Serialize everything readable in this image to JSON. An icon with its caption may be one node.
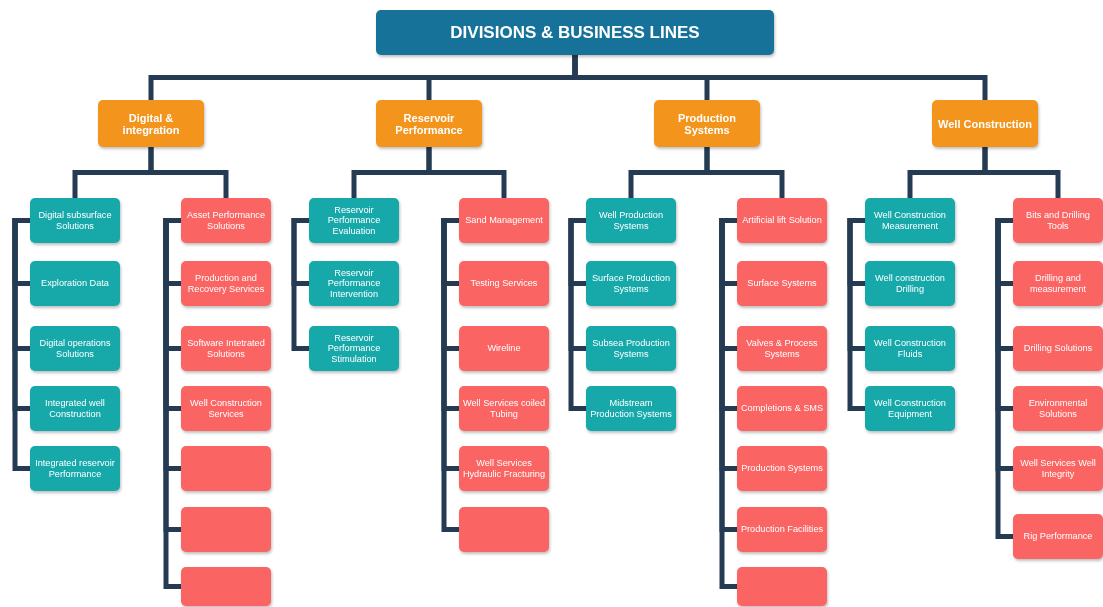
{
  "diagram": {
    "nodes": [
      {
        "text": [
          "DIVISIONS & BUSINESS LINES"
        ]
      },
      {
        "text": [
          "Digital & integration"
        ]
      },
      {
        "text": [
          "Reservoir Performance"
        ]
      },
      {
        "text": [
          "Production Systems"
        ]
      },
      {
        "text": [
          "Well Construction"
        ]
      },
      {
        "text": [
          "Digital subsurface Solutions"
        ]
      },
      {
        "text": [
          "Exploration Data"
        ]
      },
      {
        "text": [
          "Digital operations Solutions"
        ]
      },
      {
        "text": [
          "Integrated well Construction"
        ]
      },
      {
        "text": [
          "Integrated reservoir Performance"
        ]
      },
      {
        "text": [
          "Asset Performance Solutions"
        ]
      },
      {
        "text": [
          "Production and Recovery Services"
        ]
      },
      {
        "text": [
          "Software Intetrated Solutions"
        ]
      },
      {
        "text": [
          "Well Construction Services"
        ]
      },
      {
        "text": [],
        "shape": "box"
      },
      {
        "text": [],
        "shape": "box"
      },
      {
        "text": [],
        "shape": "box"
      },
      {
        "text": [
          "Reservoir Performance Evaluation"
        ]
      },
      {
        "text": [
          "Reservoir Performance Intervention"
        ]
      },
      {
        "text": [
          "Reservoir Performance Stimulation"
        ]
      },
      {
        "text": [
          "Sand Management"
        ]
      },
      {
        "text": [
          "Testing Services"
        ]
      },
      {
        "text": [
          "Wireline"
        ]
      },
      {
        "text": [
          "Well Services coiled Tubing"
        ]
      },
      {
        "text": [
          "Well Services Hydraulic Fracturing"
        ]
      },
      {
        "text": [],
        "shape": "box"
      },
      {
        "text": [
          "Well Production Systems"
        ]
      },
      {
        "text": [
          "Surface Production Systems"
        ]
      },
      {
        "text": [
          "Subsea Production Systems"
        ]
      },
      {
        "text": [
          "Midstream Production Systems"
        ]
      },
      {
        "text": [
          "Artificial lift Solution"
        ]
      },
      {
        "text": [
          "Surface Systems"
        ]
      },
      {
        "text": [
          "Valves & Process Systems"
        ]
      },
      {
        "text": [
          "Completions & SMS"
        ]
      },
      {
        "text": [
          "Production Systems"
        ]
      },
      {
        "text": [
          "Production Facilities"
        ]
      },
      {
        "text": [],
        "shape": "box"
      },
      {
        "text": [
          "Well Construction Measurement"
        ]
      },
      {
        "text": [
          "Well construction Drilling"
        ]
      },
      {
        "text": [
          "Well Construction Fluids"
        ]
      },
      {
        "text": [
          "Well Construction Equipment"
        ]
      },
      {
        "text": [
          "Bits and Drilling Tools"
        ]
      },
      {
        "text": [
          "Drilling and measurement"
        ]
      },
      {
        "text": [
          "Drilling Solutions"
        ]
      },
      {
        "text": [
          "Environmental Solutions"
        ]
      },
      {
        "text": [
          "Well Services Well Integrity"
        ]
      },
      {
        "text": [
          "Rig Performance"
        ]
      }
    ],
    "edges": [
      {
        "from": 0,
        "to": 1,
        "arrow": "none"
      },
      {
        "from": 0,
        "to": 2,
        "arrow": "none"
      },
      {
        "from": 0,
        "to": 3,
        "arrow": "none"
      },
      {
        "from": 0,
        "to": 4,
        "arrow": "none"
      },
      {
        "from": 1,
        "to": 5,
        "arrow": "none"
      },
      {
        "from": 1,
        "to": 10,
        "arrow": "none"
      },
      {
        "from": 2,
        "to": 17,
        "arrow": "none"
      },
      {
        "from": 2,
        "to": 20,
        "arrow": "none"
      },
      {
        "from": 3,
        "to": 26,
        "arrow": "none"
      },
      {
        "from": 3,
        "to": 30,
        "arrow": "none"
      },
      {
        "from": 4,
        "to": 37,
        "arrow": "none"
      },
      {
        "from": 4,
        "to": 41,
        "arrow": "none"
      },
      {
        "from": 5,
        "to": 6,
        "arrow": "none"
      },
      {
        "from": 5,
        "to": 7,
        "arrow": "none"
      },
      {
        "from": 5,
        "to": 8,
        "arrow": "none"
      },
      {
        "from": 5,
        "to": 9,
        "arrow": "none"
      },
      {
        "from": 10,
        "to": 11,
        "arrow": "none"
      },
      {
        "from": 10,
        "to": 12,
        "arrow": "none"
      },
      {
        "from": 10,
        "to": 13,
        "arrow": "none"
      },
      {
        "from": 10,
        "to": 14,
        "arrow": "none"
      },
      {
        "from": 10,
        "to": 15,
        "arrow": "none"
      },
      {
        "from": 10,
        "to": 16,
        "arrow": "none"
      },
      {
        "from": 17,
        "to": 18,
        "arrow": "none"
      },
      {
        "from": 17,
        "to": 19,
        "arrow": "none"
      },
      {
        "from": 20,
        "to": 21,
        "arrow": "none"
      },
      {
        "from": 20,
        "to": 22,
        "arrow": "none"
      },
      {
        "from": 20,
        "to": 23,
        "arrow": "none"
      },
      {
        "from": 20,
        "to": 24,
        "arrow": "none"
      },
      {
        "from": 20,
        "to": 25,
        "arrow": "none"
      },
      {
        "from": 26,
        "to": 27,
        "arrow": "none"
      },
      {
        "from": 26,
        "to": 28,
        "arrow": "none"
      },
      {
        "from": 26,
        "to": 29,
        "arrow": "none"
      },
      {
        "from": 30,
        "to": 31,
        "arrow": "none"
      },
      {
        "from": 30,
        "to": 32,
        "arrow": "none"
      },
      {
        "from": 30,
        "to": 33,
        "arrow": "none"
      },
      {
        "from": 30,
        "to": 34,
        "arrow": "none"
      },
      {
        "from": 30,
        "to": 35,
        "arrow": "none"
      },
      {
        "from": 30,
        "to": 36,
        "arrow": "none"
      },
      {
        "from": 37,
        "to": 38,
        "arrow": "none"
      },
      {
        "from": 37,
        "to": 39,
        "arrow": "none"
      },
      {
        "from": 37,
        "to": 40,
        "arrow": "none"
      },
      {
        "from": 41,
        "to": 42,
        "arrow": "none"
      },
      {
        "from": 41,
        "to": 43,
        "arrow": "none"
      },
      {
        "from": 41,
        "to": 44,
        "arrow": "none"
      },
      {
        "from": 41,
        "to": 45,
        "arrow": "none"
      },
      {
        "from": 41,
        "to": 46,
        "arrow": "none"
      }
    ]
  }
}
